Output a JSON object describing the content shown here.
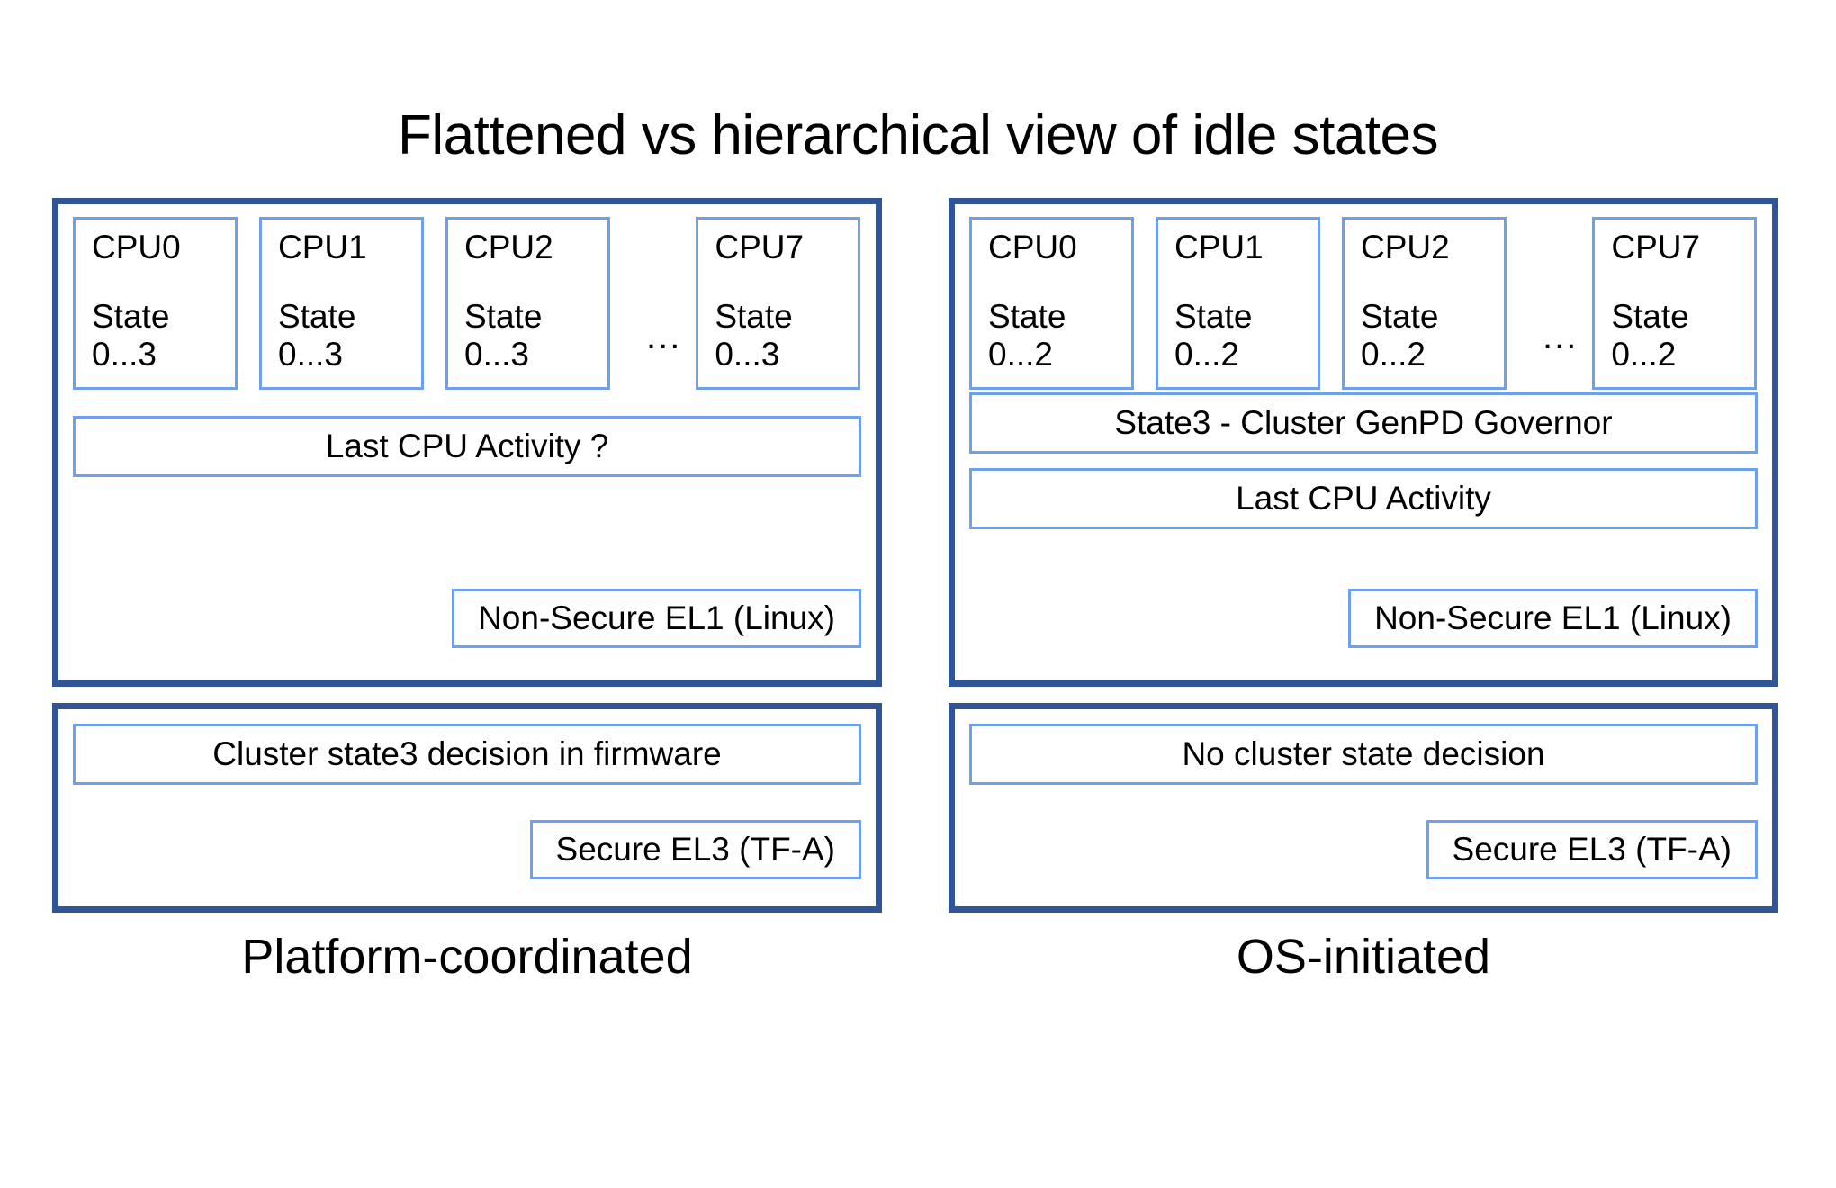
{
  "title": "Flattened vs hierarchical view of idle states",
  "colors": {
    "panel_border": "#2f5597",
    "box_border": "#6fa0ed",
    "background": "#ffffff",
    "text": "#000000"
  },
  "ellipsis": "...",
  "panels": [
    {
      "id": "platform-coordinated",
      "caption": "Platform-coordinated",
      "os_section": {
        "cpus": [
          {
            "name": "CPU0",
            "state_word": "State",
            "state_range": "0...3"
          },
          {
            "name": "CPU1",
            "state_word": "State",
            "state_range": "0...3"
          },
          {
            "name": "CPU2",
            "state_word": "State",
            "state_range": "0...3"
          },
          {
            "name": "CPU7",
            "state_word": "State",
            "state_range": "0...3"
          }
        ],
        "governor_box": null,
        "activity_box": "Last CPU Activity ?",
        "exception_level": "Non-Secure EL1 (Linux)"
      },
      "fw_section": {
        "decision_box": "Cluster state3 decision in firmware",
        "exception_level": "Secure EL3 (TF-A)"
      }
    },
    {
      "id": "os-initiated",
      "caption": "OS-initiated",
      "os_section": {
        "cpus": [
          {
            "name": "CPU0",
            "state_word": "State",
            "state_range": "0...2"
          },
          {
            "name": "CPU1",
            "state_word": "State",
            "state_range": "0...2"
          },
          {
            "name": "CPU2",
            "state_word": "State",
            "state_range": "0...2"
          },
          {
            "name": "CPU7",
            "state_word": "State",
            "state_range": "0...2"
          }
        ],
        "governor_box": "State3 - Cluster GenPD Governor",
        "activity_box": "Last CPU Activity",
        "exception_level": "Non-Secure EL1 (Linux)"
      },
      "fw_section": {
        "decision_box": "No cluster state decision",
        "exception_level": "Secure EL3 (TF-A)"
      }
    }
  ]
}
